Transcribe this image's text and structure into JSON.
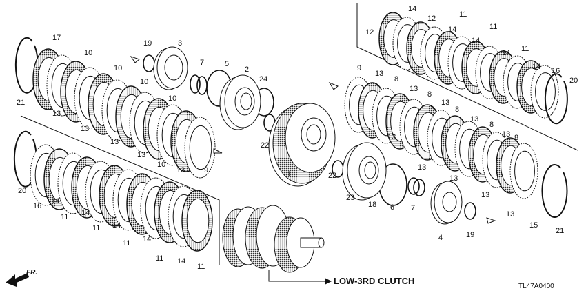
{
  "callout_label": "LOW-3RD CLUTCH",
  "diagram_code": "TL47A0400",
  "front_marker": "FR.",
  "part_numbers": {
    "p1": "1",
    "p2": "2",
    "p3": "3",
    "p4": "4",
    "p5": "5",
    "p6": "6",
    "p7": "7",
    "p8": "8",
    "p9": "9",
    "p10": "10",
    "p11": "11",
    "p12": "12",
    "p13": "13",
    "p14": "14",
    "p15": "15",
    "p16": "16",
    "p17": "17",
    "p18": "18",
    "p19": "19",
    "p20": "20",
    "p21": "21",
    "p22": "22",
    "p23": "23",
    "p24": "24"
  },
  "colors": {
    "line": "#111111",
    "fill": "#ffffff",
    "hatch": "#555555"
  }
}
